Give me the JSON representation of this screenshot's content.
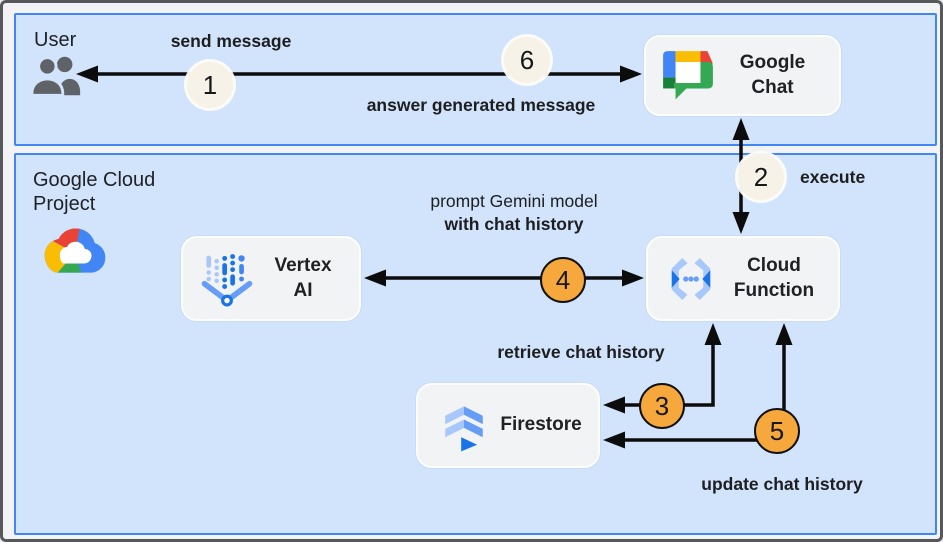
{
  "bands": {
    "user": {
      "title": "User"
    },
    "gcp": {
      "title": "Google Cloud Project"
    }
  },
  "nodes": {
    "google_chat": {
      "line1": "Google",
      "line2": "Chat"
    },
    "vertex_ai": {
      "line1": "Vertex",
      "line2": "AI"
    },
    "cloud_function": {
      "line1": "Cloud",
      "line2": "Function"
    },
    "firestore": {
      "line1": "Firestore"
    }
  },
  "steps": {
    "s1": "1",
    "s2": "2",
    "s3": "3",
    "s4": "4",
    "s5": "5",
    "s6": "6"
  },
  "edge_labels": {
    "send_message": "send message",
    "answer": "answer generated message",
    "execute": "execute",
    "prompt_line1": "prompt Gemini model",
    "prompt_line2": "with chat history",
    "retrieve": "retrieve chat history",
    "update": "update chat history"
  },
  "colors": {
    "band_fill": "#d2e3fc",
    "band_border": "#4285f4",
    "node_fill": "#f1f3f4",
    "step_neutral_fill": "#f7f2e8",
    "step_highlight_fill": "#f7a83c",
    "arrow": "#000000",
    "google_blue": "#4285f4",
    "google_red": "#ea4335",
    "google_yellow": "#fbbc04",
    "google_green": "#34a853"
  }
}
